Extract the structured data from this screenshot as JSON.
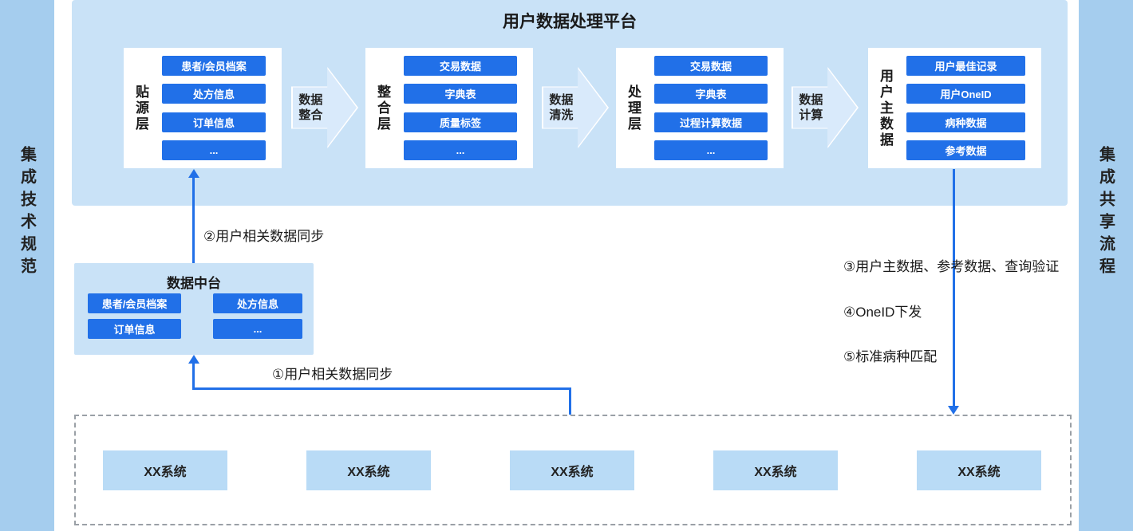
{
  "left_sidebar": {
    "label": "集成技术规范"
  },
  "right_sidebar": {
    "label": "集成共享流程"
  },
  "platform": {
    "title": "用户数据处理平台",
    "layers": [
      {
        "label": "贴源层",
        "items": [
          "患者/会员档案",
          "处方信息",
          "订单信息",
          "..."
        ]
      },
      {
        "label": "整合层",
        "items": [
          "交易数据",
          "字典表",
          "质量标签",
          "..."
        ]
      },
      {
        "label": "处理层",
        "items": [
          "交易数据",
          "字典表",
          "过程计算数据",
          "..."
        ]
      },
      {
        "label": "用户主数据",
        "items": [
          "用户最佳记录",
          "用户OneID",
          "病种数据",
          "参考数据"
        ]
      }
    ],
    "flow_arrows": [
      {
        "label": "数据整合"
      },
      {
        "label": "数据清洗"
      },
      {
        "label": "数据计算"
      }
    ]
  },
  "data_hub": {
    "title": "数据中台",
    "items": [
      "患者/会员档案",
      "处方信息",
      "订单信息",
      "..."
    ]
  },
  "annotations": {
    "step1": "①用户相关数据同步",
    "step2": "②用户相关数据同步",
    "step3": "③用户主数据、参考数据、查询验证",
    "step4": "④OneID下发",
    "step5": "⑤标准病种匹配"
  },
  "systems": [
    {
      "label": "XX系统"
    },
    {
      "label": "XX系统"
    },
    {
      "label": "XX系统"
    },
    {
      "label": "XX系统"
    },
    {
      "label": "XX系统"
    }
  ],
  "colors": {
    "sidebar": "#a5cdee",
    "panel": "#c9e2f7",
    "button_blue": "#2170e8",
    "system_box": "#b9dbf6",
    "arrow_line": "#2170e8"
  }
}
